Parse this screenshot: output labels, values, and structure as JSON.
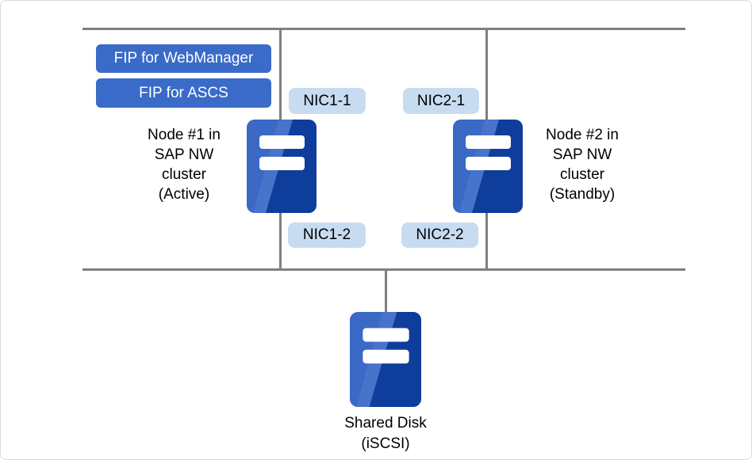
{
  "colors": {
    "accent-blue": "#3a6bc8",
    "server-light": "#3a69c6",
    "server-dark": "#0e3d9c",
    "nic-blue": "#c7dcf1",
    "line-gray": "#7f7f7f",
    "text-black": "#000000",
    "border-gray": "#d9d9d9"
  },
  "fips": [
    {
      "label": "FIP for WebManager"
    },
    {
      "label": "FIP for ASCS"
    }
  ],
  "nics": [
    {
      "label": "NIC1-1"
    },
    {
      "label": "NIC2-1"
    },
    {
      "label": "NIC1-2"
    },
    {
      "label": "NIC2-2"
    }
  ],
  "nodes": [
    {
      "lines": [
        "Node #1 in",
        "SAP NW",
        "cluster",
        "(Active)"
      ]
    },
    {
      "lines": [
        "Node #2 in",
        "SAP NW",
        "cluster",
        "(Standby)"
      ]
    }
  ],
  "shared_disk": {
    "lines": [
      "Shared Disk",
      "(iSCSI)"
    ]
  },
  "icons": [
    {
      "name": "server-icon-node1"
    },
    {
      "name": "server-icon-node2"
    },
    {
      "name": "shared-disk-icon"
    }
  ]
}
